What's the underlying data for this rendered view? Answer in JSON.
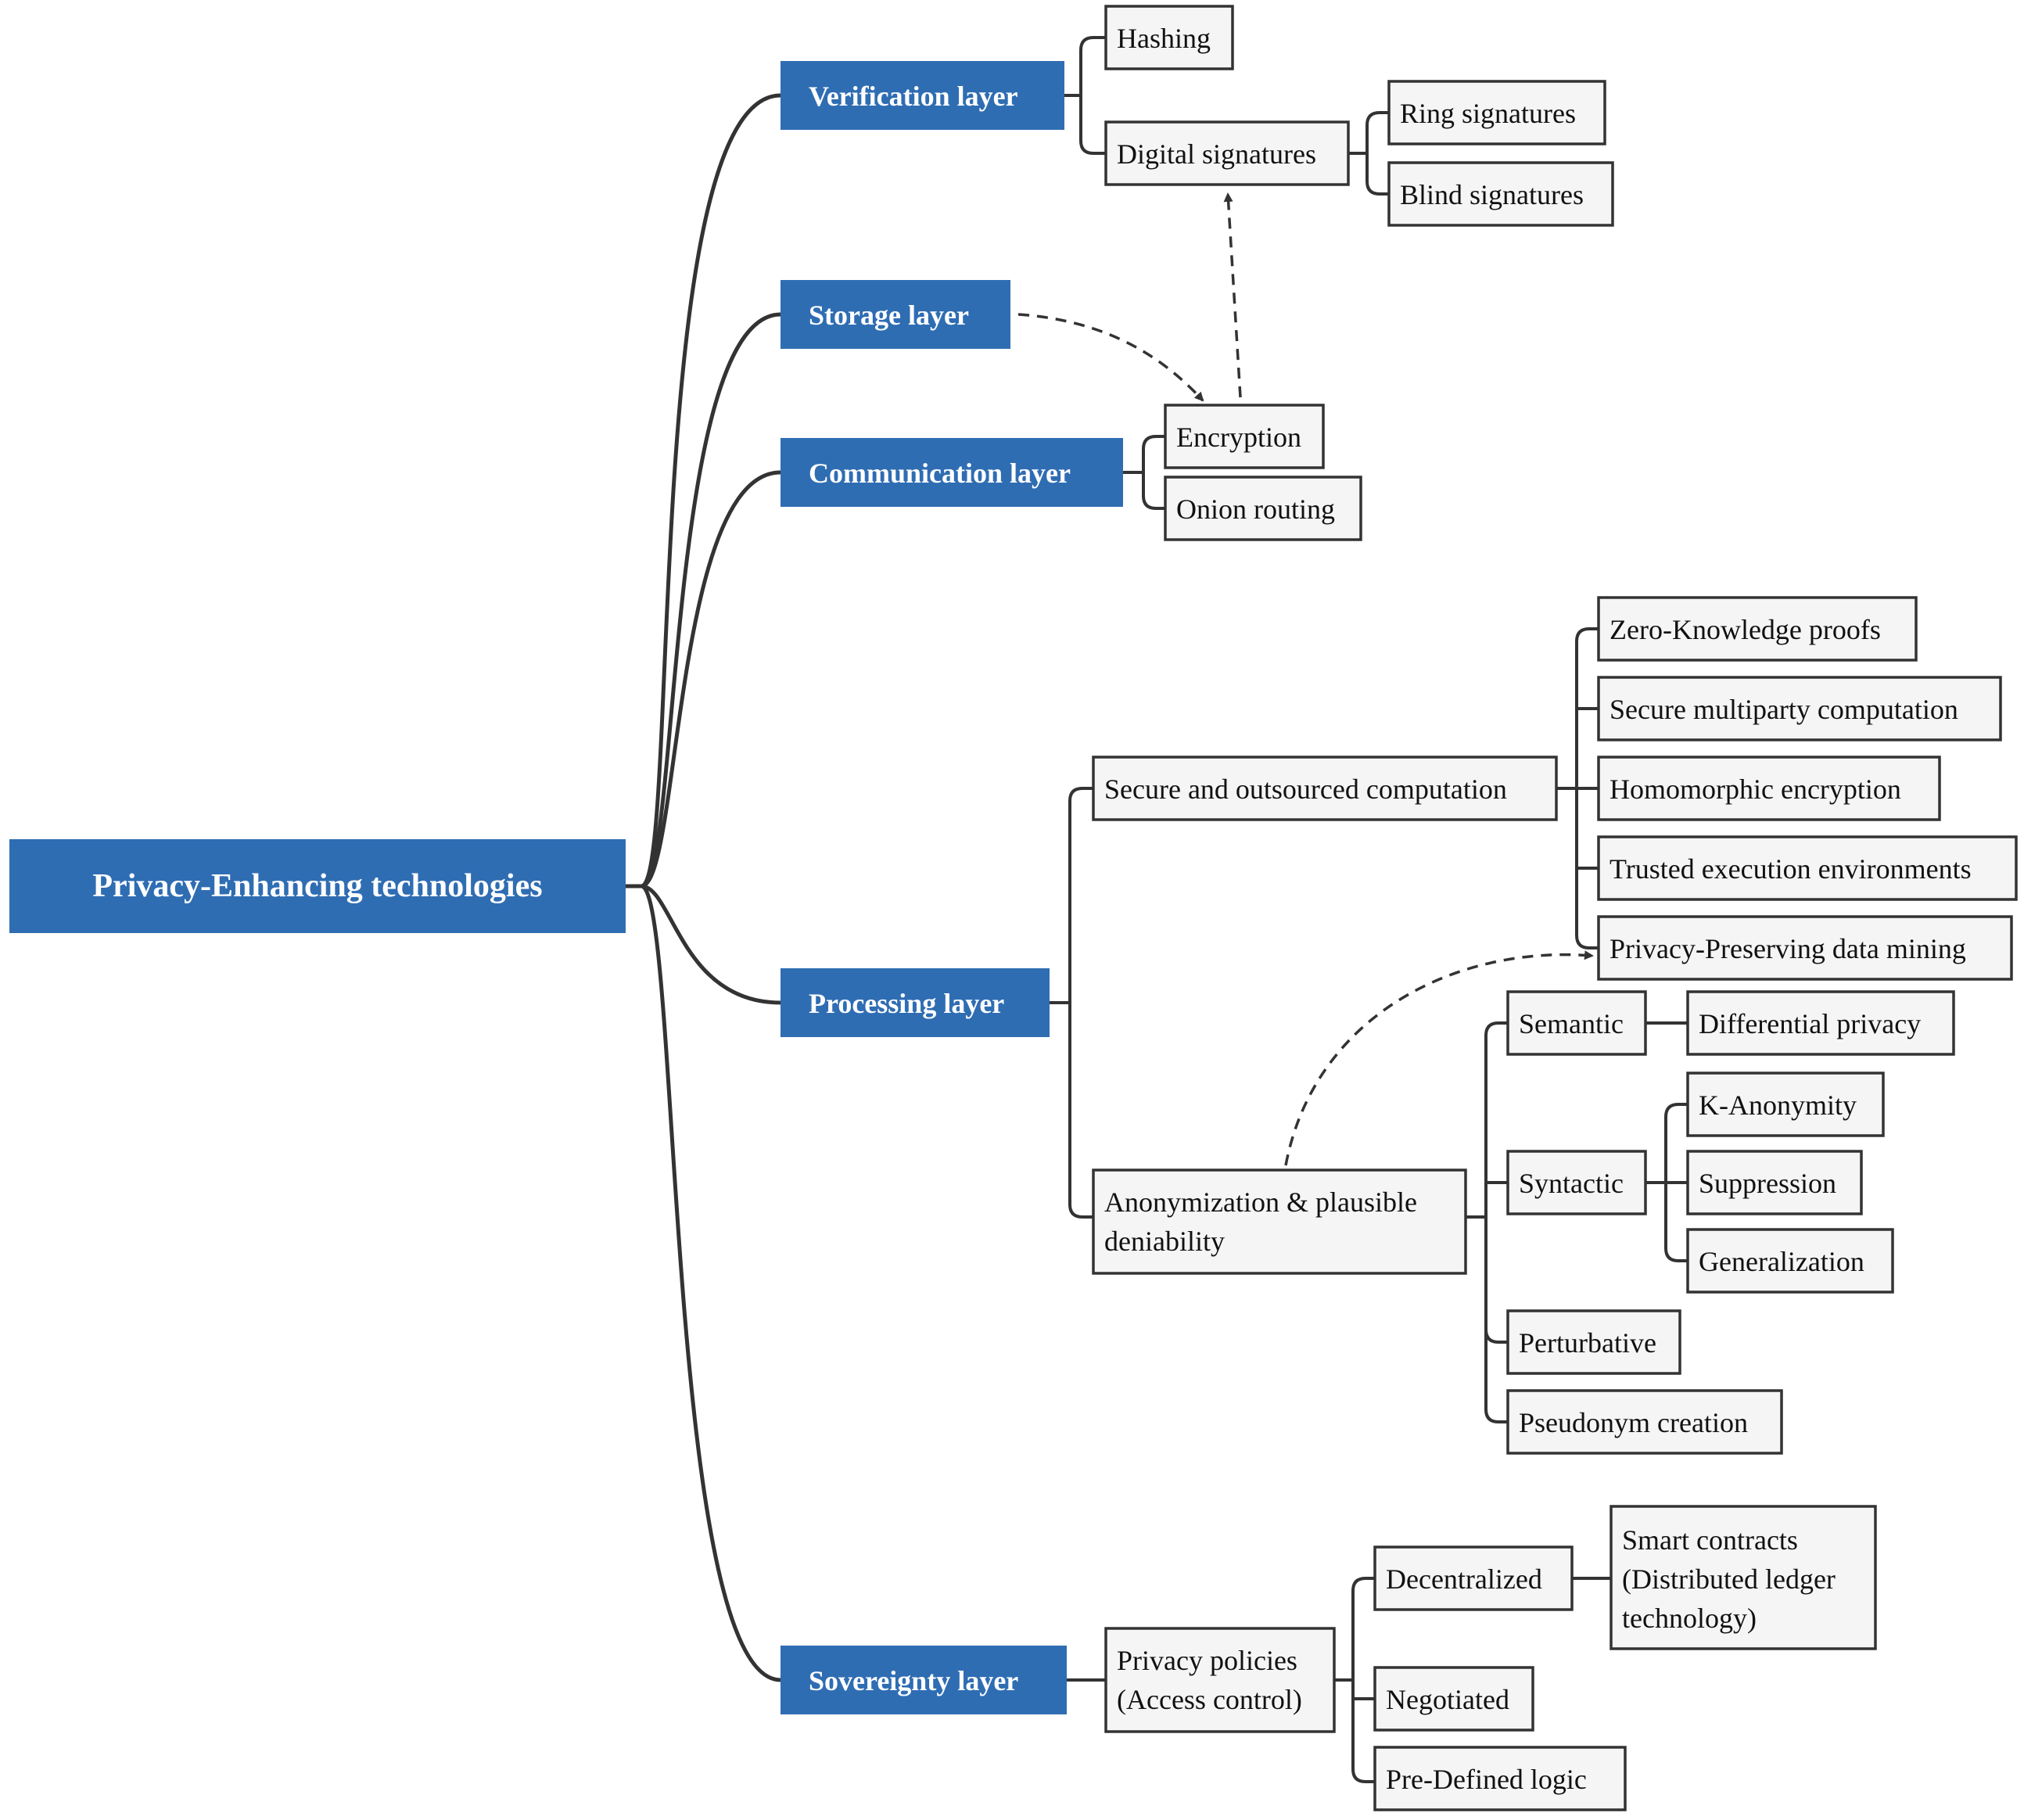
{
  "root": {
    "label": "Privacy-Enhancing technologies"
  },
  "layers": {
    "verification": "Verification layer",
    "storage": "Storage layer",
    "communication": "Communication layer",
    "processing": "Processing layer",
    "sovereignty": "Sovereignty layer"
  },
  "nodes": {
    "hashing": "Hashing",
    "digital_signatures": "Digital signatures",
    "ring_signatures": "Ring signatures",
    "blind_signatures": "Blind signatures",
    "encryption": "Encryption",
    "onion_routing": "Onion routing",
    "secure_outsourced": "Secure and outsourced computation",
    "zkp": "Zero-Knowledge proofs",
    "smpc": "Secure multiparty computation",
    "homomorphic": "Homomorphic encryption",
    "tee": "Trusted execution environments",
    "ppdm": "Privacy-Preserving data mining",
    "anonymization": [
      "Anonymization & plausible",
      "deniability"
    ],
    "semantic": "Semantic",
    "differential_privacy": "Differential privacy",
    "syntactic": "Syntactic",
    "k_anonymity": "K-Anonymity",
    "suppression": "Suppression",
    "generalization": "Generalization",
    "perturbative": "Perturbative",
    "pseudonym": "Pseudonym creation",
    "privacy_policies": [
      "Privacy policies",
      "(Access control)"
    ],
    "decentralized": "Decentralized",
    "smart_contracts": [
      "Smart contracts",
      "(Distributed ledger",
      "technology)"
    ],
    "negotiated": "Negotiated",
    "predefined": "Pre-Defined logic"
  },
  "colors": {
    "accent_blue": "#2f6db3",
    "box_fill": "#f5f5f5",
    "line": "#333333"
  }
}
